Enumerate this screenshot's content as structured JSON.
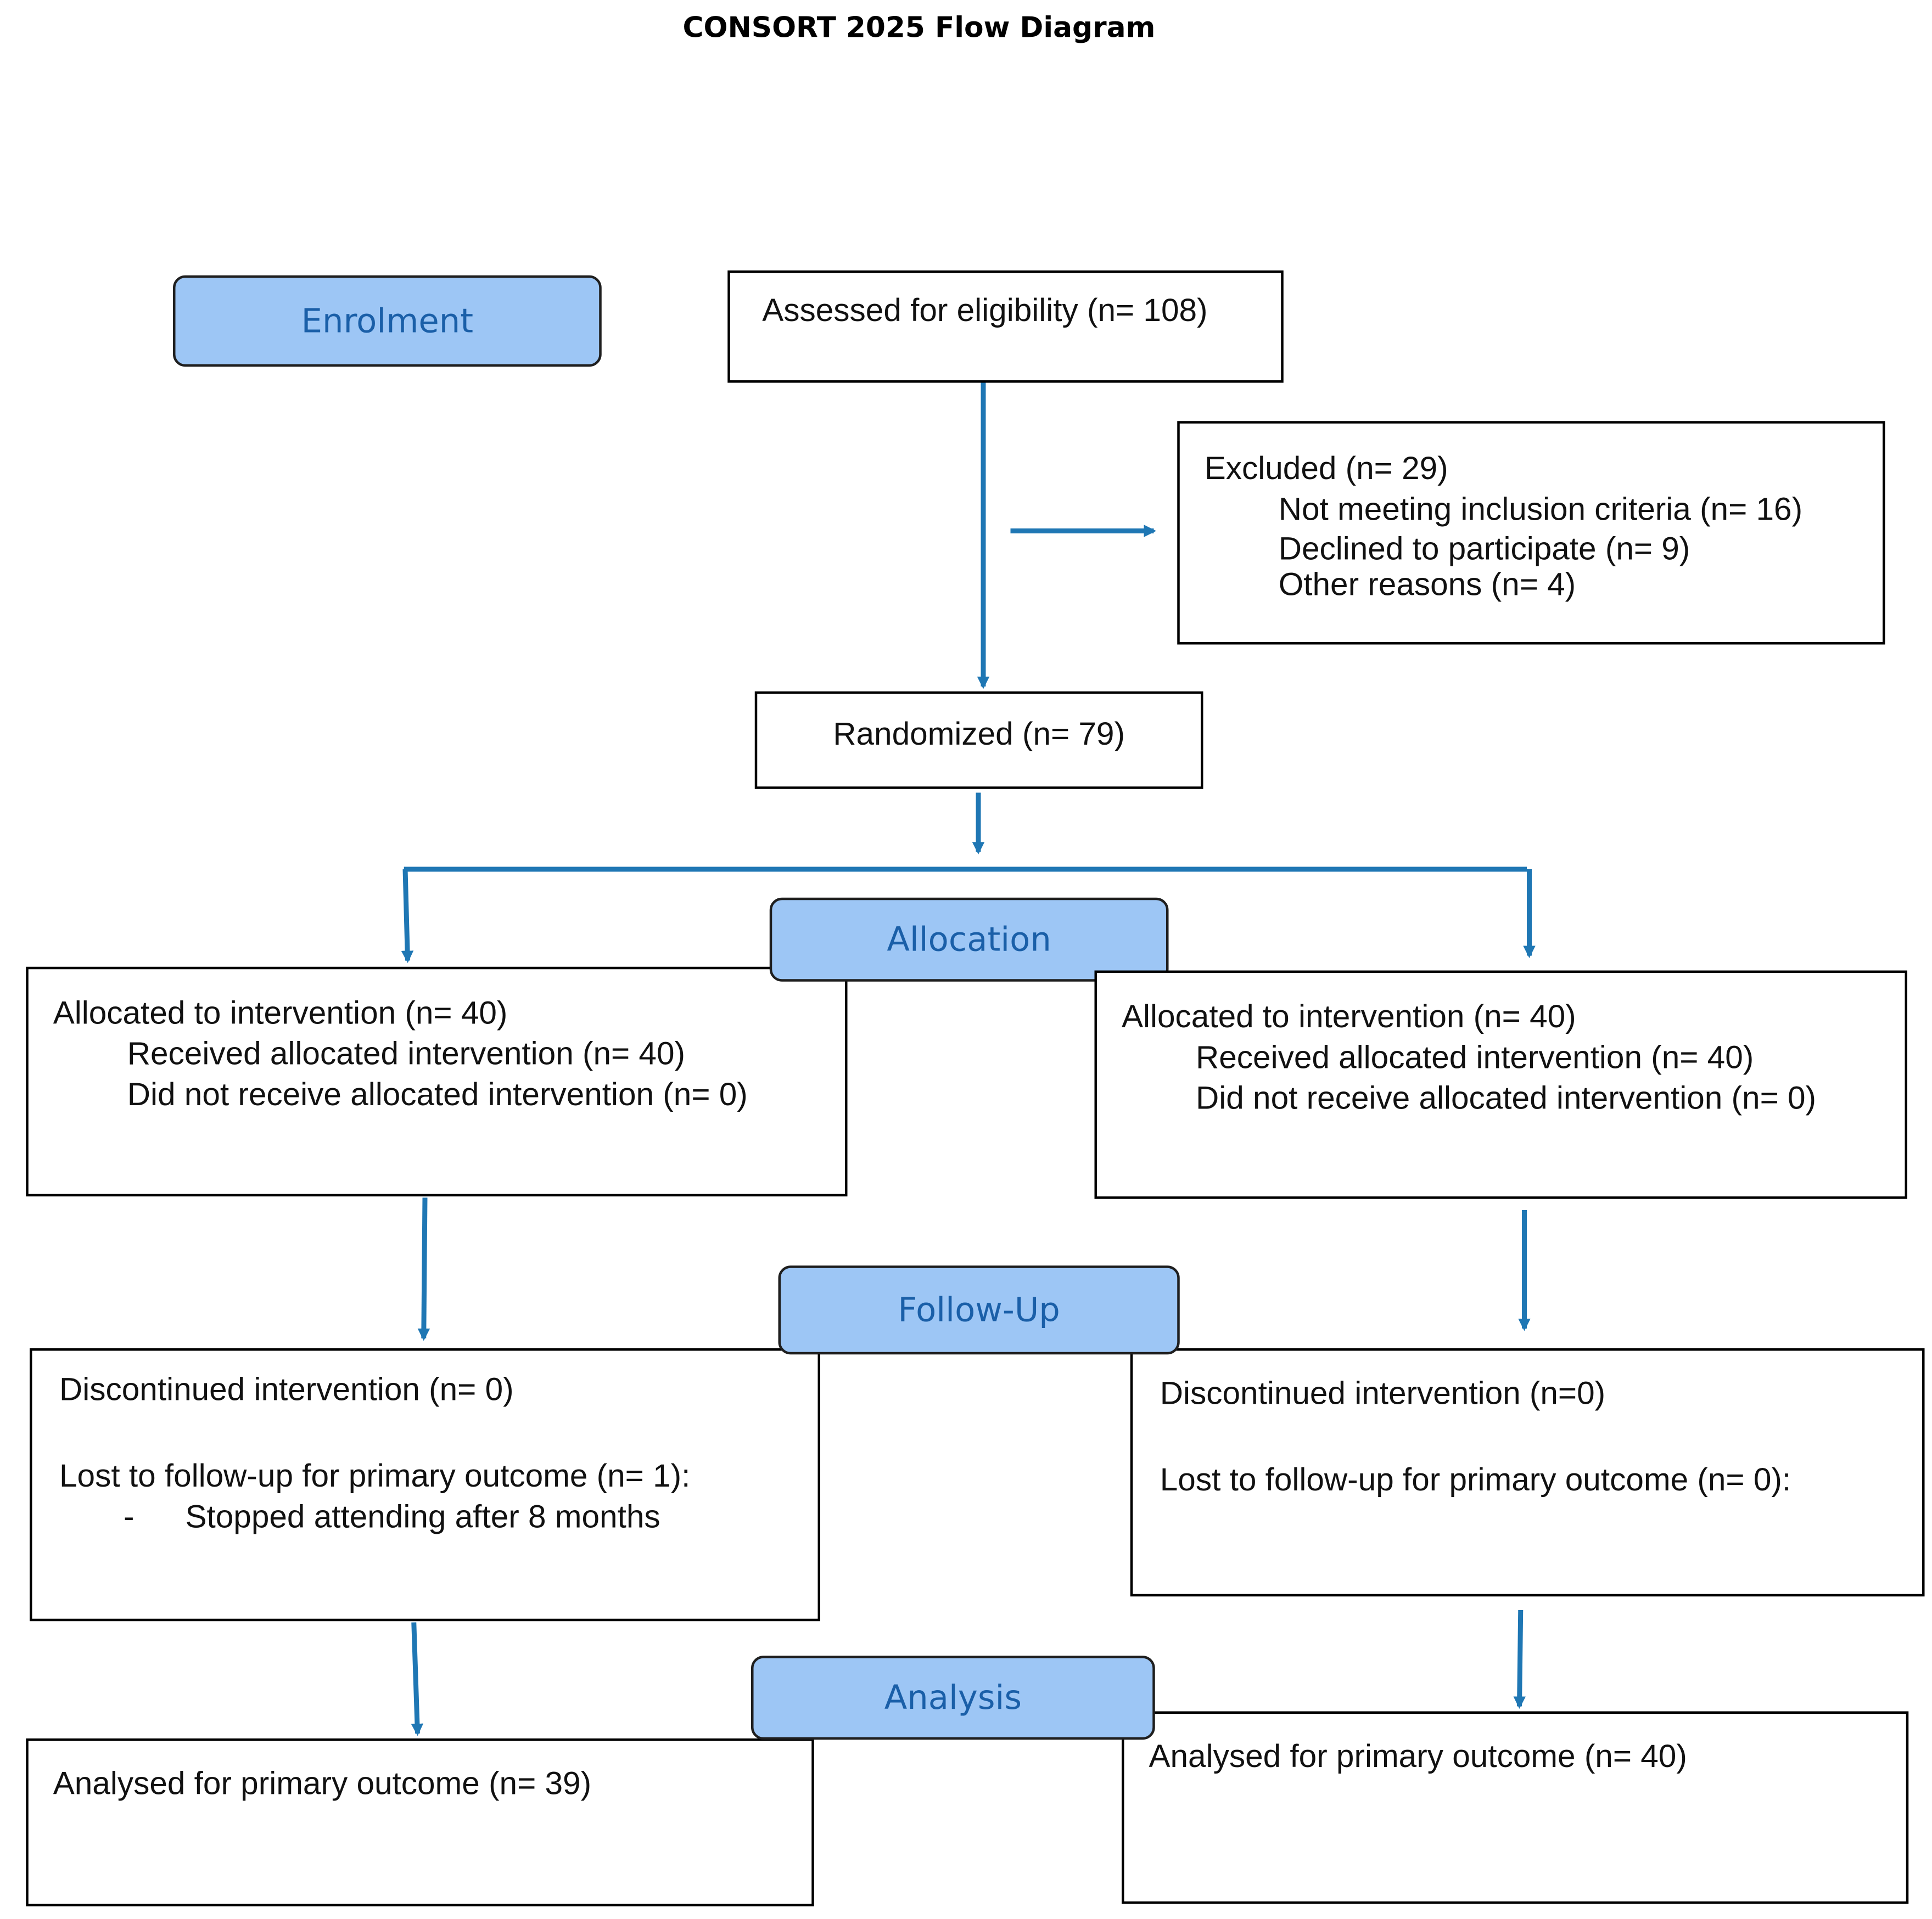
{
  "title": "CONSORT 2025 Flow Diagram",
  "stages": {
    "enrolment": "Enrolment",
    "allocation": "Allocation",
    "follow_up": "Follow-Up",
    "analysis": "Analysis"
  },
  "assessed": "Assessed for eligibility (n= 108)",
  "excluded": {
    "header": "Excluded (n= 29)",
    "reasons": [
      "Not meeting inclusion criteria (n= 16)",
      "Declined to participate (n= 9)",
      "Other reasons (n= 4)"
    ]
  },
  "randomized": "Randomized (n= 79)",
  "left_arm": {
    "allocation": {
      "header": "Allocated to intervention (n= 40)",
      "received": "Received allocated intervention (n= 40)",
      "not_received": "Did not receive allocated intervention (n= 0)"
    },
    "follow_up": {
      "discontinued": "Discontinued intervention (n= 0)",
      "lost": "Lost to follow-up for primary outcome (n= 1):",
      "bullet_marker": "-",
      "lost_reason": "Stopped attending after 8 months"
    },
    "analysis": "Analysed for primary outcome (n= 39)"
  },
  "right_arm": {
    "allocation": {
      "header": "Allocated to intervention (n= 40)",
      "received": "Received allocated intervention (n= 40)",
      "not_received": "Did not receive allocated intervention (n= 0)"
    },
    "follow_up": {
      "discontinued": "Discontinued intervention (n=0)",
      "lost": "Lost to follow-up for primary outcome (n= 0):"
    },
    "analysis": "Analysed for primary outcome (n= 40)"
  },
  "colors": {
    "arrow": "#1f77b4",
    "stage_fill": "#9dc6f5",
    "stage_text": "#1a5fa8"
  }
}
